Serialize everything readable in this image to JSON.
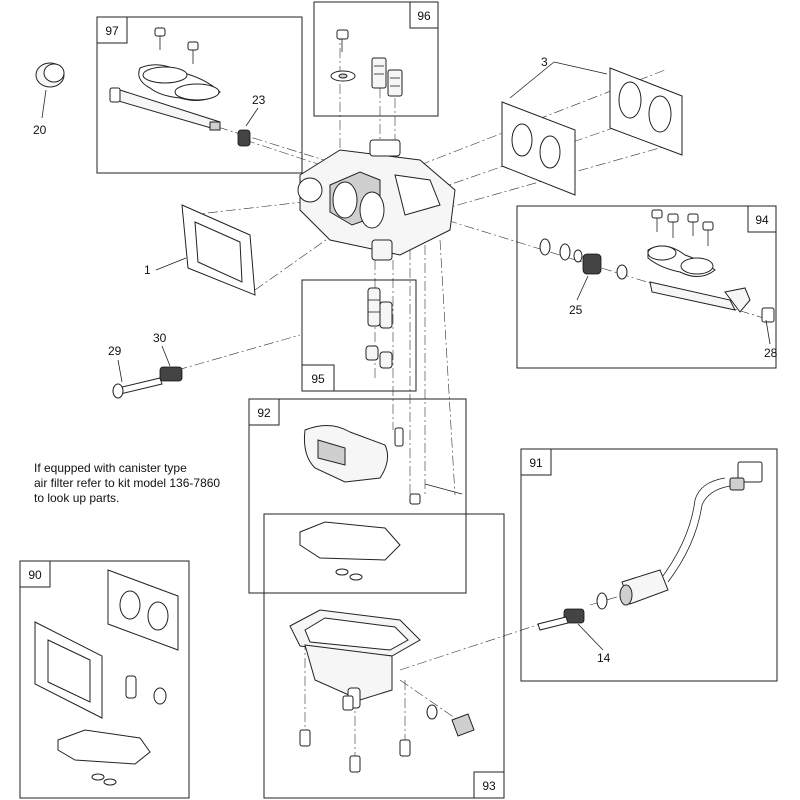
{
  "kit_tags": [
    "97",
    "96",
    "94",
    "95",
    "92",
    "91",
    "90",
    "93"
  ],
  "callouts": [
    "3",
    "20",
    "23",
    "1",
    "25",
    "28",
    "29",
    "30",
    "14"
  ],
  "note": {
    "line1": "If equpped with canister type",
    "line2": "air filter refer to kit model 136-7860",
    "line3": "to look up parts."
  }
}
